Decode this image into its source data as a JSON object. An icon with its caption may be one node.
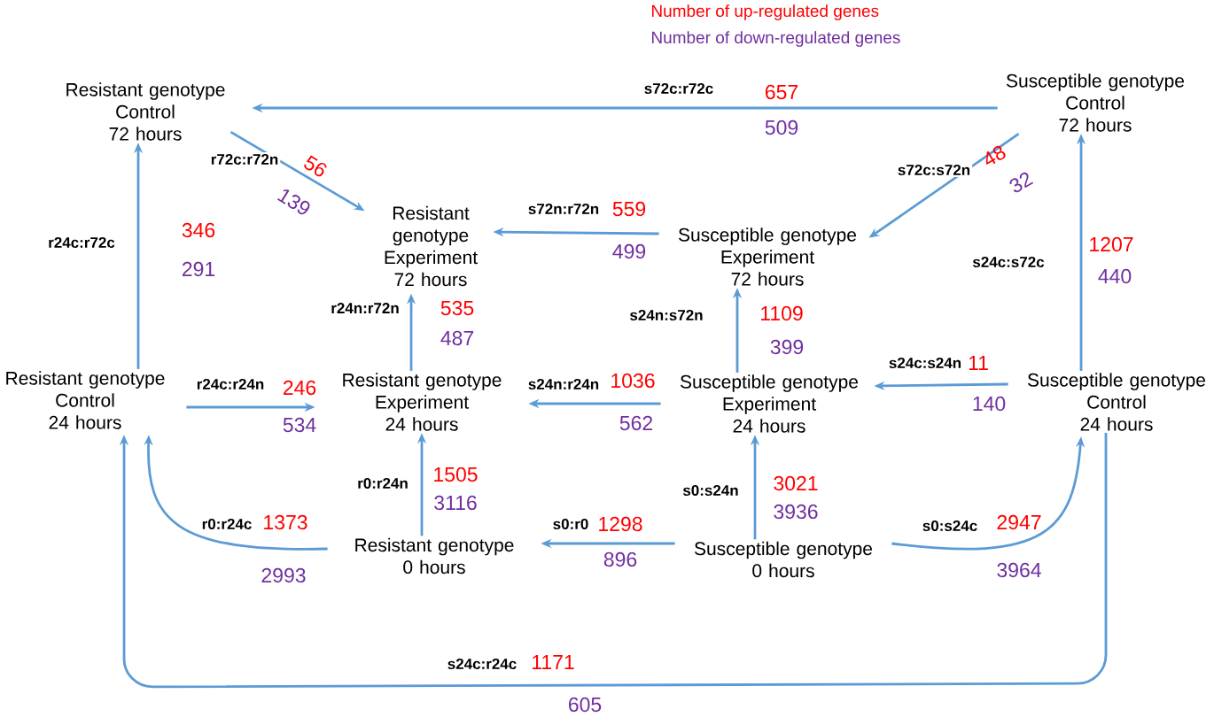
{
  "diagram": {
    "nodes": [
      {
        "text": [
          "Resistant genotype",
          "Control",
          "72 hours"
        ]
      },
      {
        "text": [
          "Susceptible genotype",
          "Control",
          "72 hours"
        ]
      },
      {
        "text": [
          "Resistant genotype",
          "Experiment",
          "72 hours"
        ]
      },
      {
        "text": [
          "Susceptible genotype",
          "Experiment",
          "72 hours"
        ]
      },
      {
        "text": [
          "Resistant genotype",
          "Control",
          "24 hours"
        ]
      },
      {
        "text": [
          "Resistant genotype",
          "Experiment",
          "24 hours"
        ]
      },
      {
        "text": [
          "Susceptible genotype",
          "Experiment",
          "24 hours"
        ]
      },
      {
        "text": [
          "Susceptible genotype",
          "Control",
          "24 hours"
        ]
      },
      {
        "text": [
          "Resistant genotype",
          "0 hours"
        ]
      },
      {
        "text": [
          "Susceptible genotype",
          "0 hours"
        ]
      }
    ],
    "edges": [
      {
        "from": 1,
        "to": 0,
        "arrow": "to",
        "label": "s72c:r72c"
      },
      {
        "from": 0,
        "to": 2,
        "arrow": "to",
        "label": "r72c:r72n"
      },
      {
        "from": 1,
        "to": 3,
        "arrow": "to",
        "label": "s72c:s72n"
      },
      {
        "from": 3,
        "to": 2,
        "arrow": "to",
        "label": "s72n:r72n"
      },
      {
        "from": 4,
        "to": 0,
        "arrow": "to",
        "label": "r24c:r72c"
      },
      {
        "from": 5,
        "to": 2,
        "arrow": "to",
        "label": "r24n:r72n"
      },
      {
        "from": 6,
        "to": 3,
        "arrow": "to",
        "label": "s24n:s72n"
      },
      {
        "from": 7,
        "to": 1,
        "arrow": "to",
        "label": "s24c:s72c"
      },
      {
        "from": 4,
        "to": 5,
        "arrow": "to",
        "label": "r24c:r24n"
      },
      {
        "from": 6,
        "to": 5,
        "arrow": "to",
        "label": "s24n:r24n"
      },
      {
        "from": 7,
        "to": 6,
        "arrow": "to",
        "label": "s24c:s24n"
      },
      {
        "from": 8,
        "to": 5,
        "arrow": "to",
        "label": "r0:r24n"
      },
      {
        "from": 8,
        "to": 4,
        "arrow": "to",
        "label": "r0:r24c"
      },
      {
        "from": 9,
        "to": 8,
        "arrow": "to",
        "label": "s0:r0"
      },
      {
        "from": 9,
        "to": 6,
        "arrow": "to",
        "label": "s0:s24n"
      },
      {
        "from": 9,
        "to": 7,
        "arrow": "to",
        "label": "s0:s24c"
      },
      {
        "from": 7,
        "to": 4,
        "arrow": "to",
        "label": "s24c:r24c"
      }
    ],
    "labels": [
      "657",
      "509",
      "56",
      "139",
      "48",
      "32",
      "559",
      "499",
      "346",
      "291",
      "535",
      "487",
      "1109",
      "399",
      "1207",
      "440",
      "246",
      "534",
      "1036",
      "562",
      "11",
      "140",
      "1505",
      "3116",
      "1373",
      "2993",
      "1298",
      "896",
      "3021",
      "3936",
      "2947",
      "3964",
      "1171",
      "605"
    ],
    "legend": [
      {
        "text": "Number of up-regulated genes",
        "color": "#ff0000"
      },
      {
        "text": "Number of down-regulated genes",
        "color": "#7030a0"
      }
    ]
  }
}
